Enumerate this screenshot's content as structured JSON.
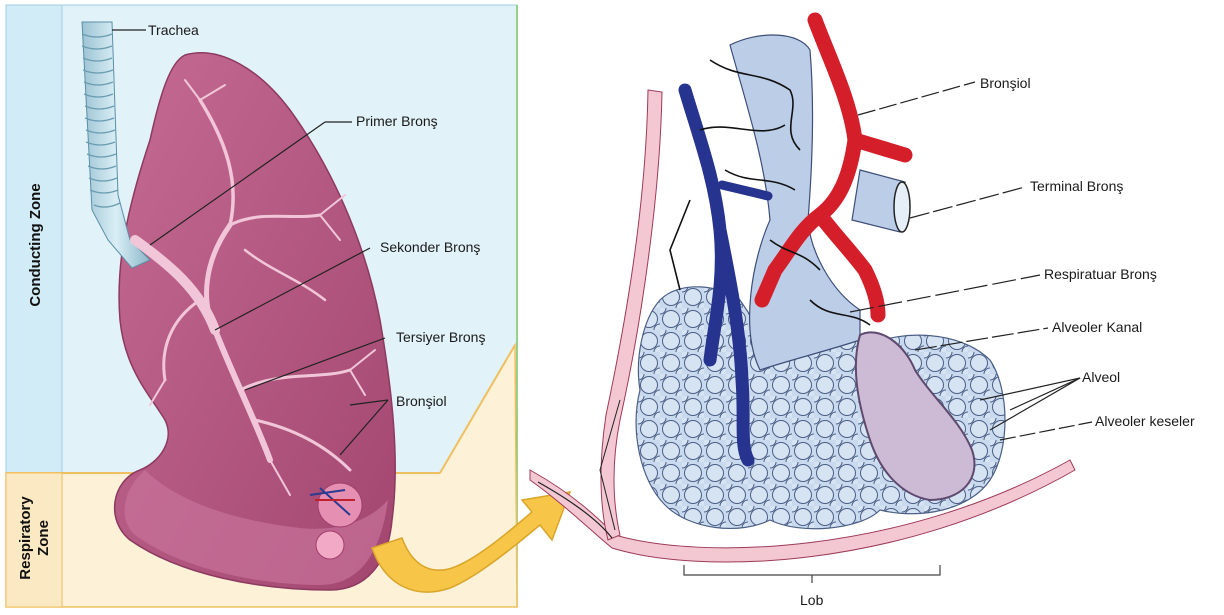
{
  "left_panel": {
    "zones": {
      "conducting": "Conducting Zone",
      "respiratory_line1": "Respiratory",
      "respiratory_line2": "Zone"
    },
    "labels": {
      "trachea": "Trachea",
      "primary_bronchus": "Primer Bronş",
      "secondary_bronchus": "Sekonder Bronş",
      "tertiary_bronchus": "Tersiyer Bronş",
      "bronchiole": "Bronşiol"
    }
  },
  "right_panel": {
    "labels": {
      "bronchiole": "Bronşiol",
      "terminal_bronchus": "Terminal Bronş",
      "respiratory_bronchus": "Respiratuar Bronş",
      "alveolar_duct": "Alveoler Kanal",
      "alveolus": "Alveol",
      "alveolar_sacs": "Alveoler keseler",
      "lobule": "Lob"
    }
  },
  "colors": {
    "conducting_bg": "#dff1f9",
    "respiratory_bg": "#fdf1d8",
    "lung": "#b2557f",
    "arrow": "#f7c548",
    "artery": "#d41e2a",
    "vein": "#26338f",
    "bronchiole_tube": "#bccde8",
    "alveoli": "#c9d9ee"
  }
}
